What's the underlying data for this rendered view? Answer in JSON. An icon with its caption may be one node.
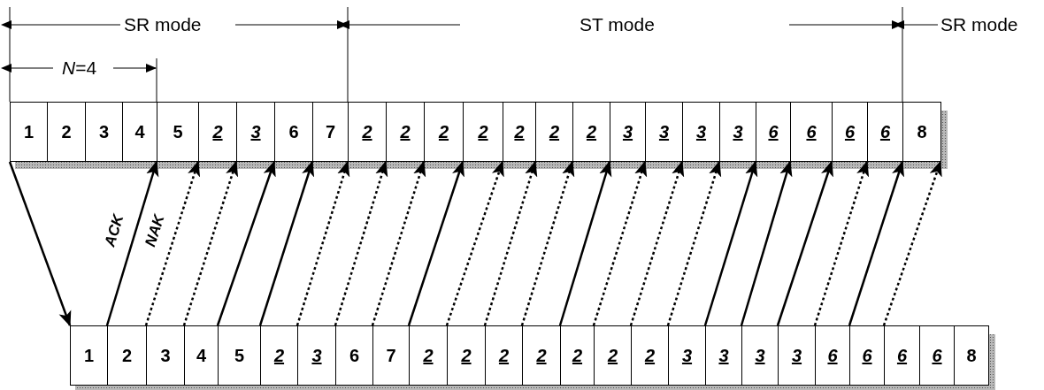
{
  "diagram": {
    "nodes": [
      {
        "text": [
          "1"
        ]
      },
      {
        "text": [
          "2"
        ]
      },
      {
        "text": [
          "3"
        ]
      },
      {
        "text": [
          "4"
        ]
      },
      {
        "text": [
          "5"
        ]
      },
      {
        "text": [
          "2"
        ]
      },
      {
        "text": [
          "3"
        ]
      },
      {
        "text": [
          "6"
        ]
      },
      {
        "text": [
          "7"
        ]
      },
      {
        "text": [
          "2"
        ]
      },
      {
        "text": [
          "2"
        ]
      },
      {
        "text": [
          "2"
        ]
      },
      {
        "text": [
          "2"
        ]
      },
      {
        "text": [
          "2"
        ]
      },
      {
        "text": [
          "2"
        ]
      },
      {
        "text": [
          "2"
        ]
      },
      {
        "text": [
          "3"
        ]
      },
      {
        "text": [
          "3"
        ]
      },
      {
        "text": [
          "3"
        ]
      },
      {
        "text": [
          "3"
        ]
      },
      {
        "text": [
          "6"
        ]
      },
      {
        "text": [
          "6"
        ]
      },
      {
        "text": [
          "6"
        ]
      },
      {
        "text": [
          "6"
        ]
      },
      {
        "text": [
          "8"
        ]
      },
      {
        "text": [
          "1"
        ]
      },
      {
        "text": [
          "2"
        ]
      },
      {
        "text": [
          "3"
        ]
      },
      {
        "text": [
          "4"
        ]
      },
      {
        "text": [
          "5"
        ]
      },
      {
        "text": [
          "2"
        ]
      },
      {
        "text": [
          "3"
        ]
      },
      {
        "text": [
          "6"
        ]
      },
      {
        "text": [
          "7"
        ]
      },
      {
        "text": [
          "2"
        ]
      },
      {
        "text": [
          "2"
        ]
      },
      {
        "text": [
          "2"
        ]
      },
      {
        "text": [
          "2"
        ]
      },
      {
        "text": [
          "2"
        ]
      },
      {
        "text": [
          "2"
        ]
      },
      {
        "text": [
          "2"
        ]
      },
      {
        "text": [
          "3"
        ]
      },
      {
        "text": [
          "3"
        ]
      },
      {
        "text": [
          "3"
        ]
      },
      {
        "text": [
          "3"
        ]
      },
      {
        "text": [
          "6"
        ]
      },
      {
        "text": [
          "6"
        ]
      },
      {
        "text": [
          "6"
        ]
      },
      {
        "text": [
          "6"
        ]
      },
      {
        "text": [
          "8"
        ]
      }
    ],
    "edges": [
      {
        "from": 0,
        "to": 25,
        "arrow": "to"
      },
      {
        "from": 25,
        "to": 3,
        "arrow": "to",
        "label": "ACK"
      },
      {
        "from": 26,
        "to": 4,
        "arrow": "to",
        "style": "dashed",
        "label": "NAK"
      },
      {
        "from": 27,
        "to": 5,
        "arrow": "to",
        "style": "dashed"
      },
      {
        "from": 28,
        "to": 6,
        "arrow": "to"
      },
      {
        "from": 29,
        "to": 7,
        "arrow": "to"
      },
      {
        "from": 30,
        "to": 8,
        "arrow": "to",
        "style": "dashed"
      },
      {
        "from": 31,
        "to": 9,
        "arrow": "to",
        "style": "dashed"
      },
      {
        "from": 32,
        "to": 10,
        "arrow": "to",
        "style": "dashed"
      },
      {
        "from": 33,
        "to": 11,
        "arrow": "to"
      },
      {
        "from": 34,
        "to": 12,
        "arrow": "to",
        "style": "dashed"
      },
      {
        "from": 35,
        "to": 13,
        "arrow": "to",
        "style": "dashed"
      },
      {
        "from": 36,
        "to": 14,
        "arrow": "to",
        "style": "dashed"
      },
      {
        "from": 37,
        "to": 15,
        "arrow": "to"
      },
      {
        "from": 38,
        "to": 16,
        "arrow": "to",
        "style": "dashed"
      },
      {
        "from": 39,
        "to": 17,
        "arrow": "to",
        "style": "dashed"
      },
      {
        "from": 40,
        "to": 18,
        "arrow": "to",
        "style": "dashed"
      },
      {
        "from": 41,
        "to": 19,
        "arrow": "to"
      },
      {
        "from": 42,
        "to": 20,
        "arrow": "to"
      },
      {
        "from": 43,
        "to": 21,
        "arrow": "to"
      },
      {
        "from": 44,
        "to": 22,
        "arrow": "to",
        "style": "dashed"
      },
      {
        "from": 45,
        "to": 23,
        "arrow": "to"
      },
      {
        "from": 46,
        "to": 24,
        "arrow": "to",
        "style": "dashed"
      }
    ],
    "labels": [
      "SR mode",
      "ST mode",
      "SR mode",
      "*N*=4"
    ]
  }
}
